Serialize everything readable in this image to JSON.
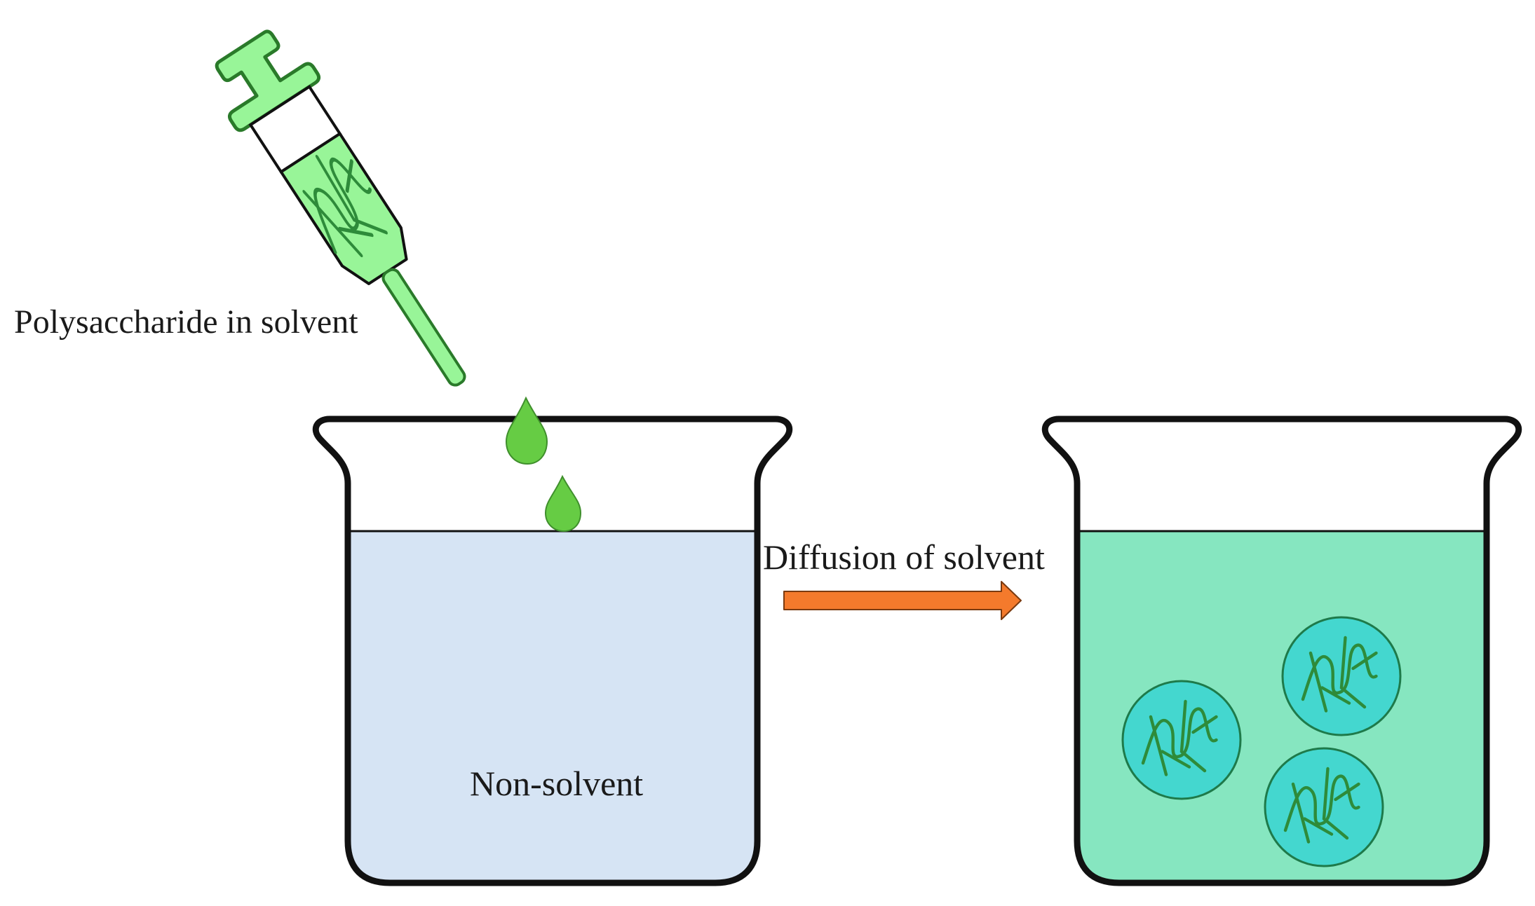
{
  "labels": {
    "syringe": "Polysaccharide in solvent",
    "arrow": "Diffusion of solvent",
    "beaker_left": "Non-solvent"
  },
  "colors": {
    "syringe_fluid": "#98f598",
    "polymer_strands": "#2e8b3a",
    "droplet": "#66cc44",
    "non_solvent": "#d6e4f4",
    "mixed_solution": "#86e6c0",
    "particle": "#44d7cf",
    "arrow": "#f47a2c",
    "outline": "#111111"
  },
  "particles": [
    "particle-1",
    "particle-2",
    "particle-3"
  ],
  "droplets": [
    "droplet-1",
    "droplet-2"
  ]
}
